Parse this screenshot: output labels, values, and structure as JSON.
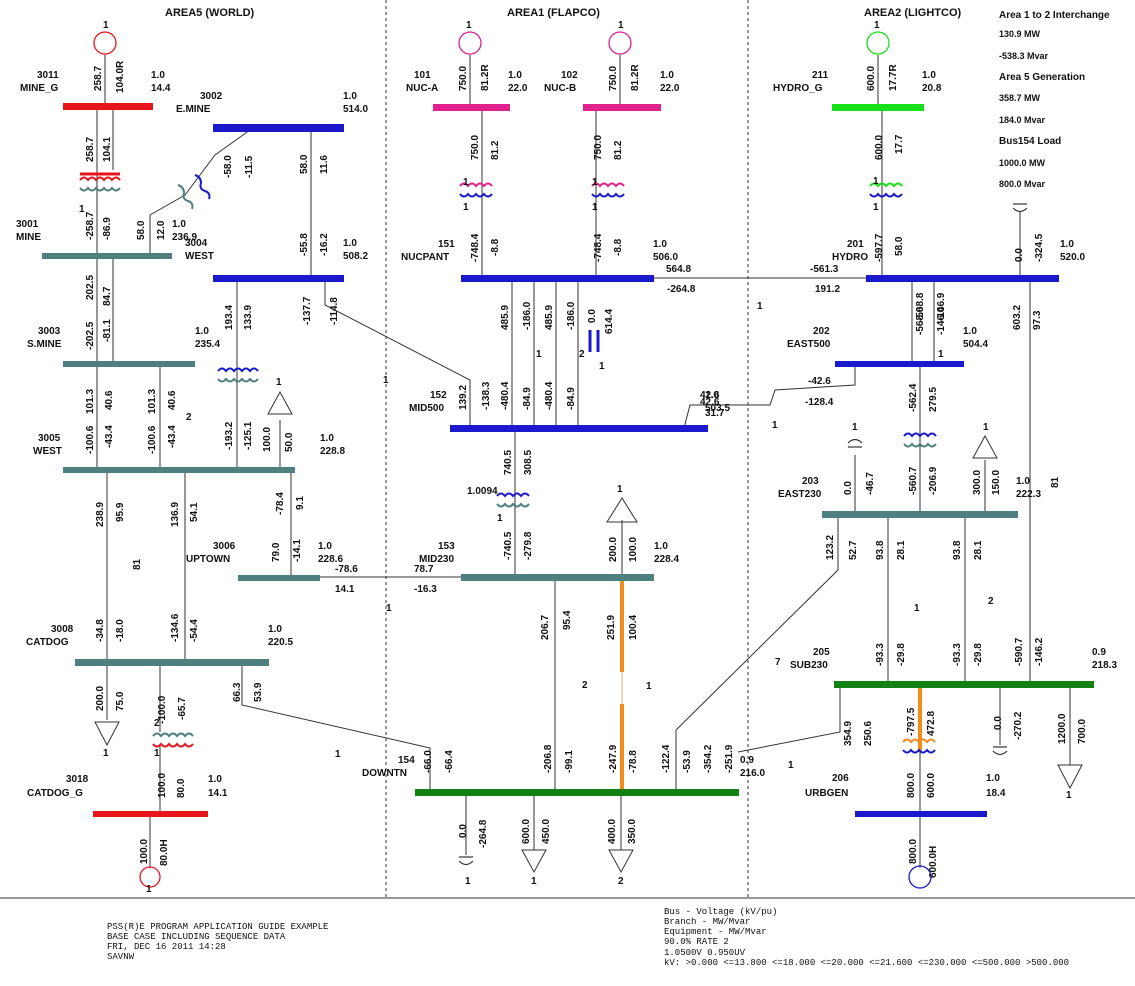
{
  "colors": {
    "kv500": "#1a1acc",
    "kv230": "#4e8080",
    "kv21": "#e8141c",
    "kv22": "#e2208e",
    "kv20": "#18e018",
    "kv18": "#1a1acc",
    "kv_dn": "#138013",
    "overload": "#f08c1c"
  },
  "areas": [
    {
      "key": "area5",
      "label": "AREA5 (WORLD)"
    },
    {
      "key": "area1",
      "label": "AREA1 (FLAPCO)"
    },
    {
      "key": "area2",
      "label": "AREA2 (LIGHTCO)"
    }
  ],
  "summary": [
    "Area 1 to 2 Interchange",
    "130.9 MW",
    "-538.3 Mvar",
    "Area 5 Generation",
    "358.7 MW",
    "184.0 Mvar",
    "Bus154 Load",
    "1000.0 MW",
    "800.0 Mvar"
  ],
  "buses": {
    "b3011": {
      "number": "3011",
      "name": "MINE_G",
      "pu": "1.0",
      "kv": "14.4"
    },
    "b3002": {
      "number": "3002",
      "name": "E.MINE",
      "pu": "1.0",
      "kv": "514.0"
    },
    "b3001": {
      "number": "3001",
      "name": "MINE",
      "pu": "1.0",
      "kv": "236.9"
    },
    "b3004": {
      "number": "3004",
      "name": "WEST",
      "pu": "1.0",
      "kv": "508.2"
    },
    "b3003": {
      "number": "3003",
      "name": "S.MINE",
      "pu": "1.0",
      "kv": "235.4"
    },
    "b3005": {
      "number": "3005",
      "name": "WEST",
      "pu": "1.0",
      "kv": "228.8"
    },
    "b3006": {
      "number": "3006",
      "name": "UPTOWN",
      "pu": "1.0",
      "kv": "228.6"
    },
    "b3008": {
      "number": "3008",
      "name": "CATDOG",
      "pu": "1.0",
      "kv": "220.5"
    },
    "b3018": {
      "number": "3018",
      "name": "CATDOG_G",
      "pu": "1.0",
      "kv": "14.1"
    },
    "b101": {
      "number": "101",
      "name": "NUC-A",
      "pu": "1.0",
      "kv": "22.0"
    },
    "b102": {
      "number": "102",
      "name": "NUC-B",
      "pu": "1.0",
      "kv": "22.0"
    },
    "b151": {
      "number": "151",
      "name": "NUCPANT",
      "pu": "1.0",
      "kv": "506.0"
    },
    "b152": {
      "number": "152",
      "name": "MID500",
      "pu": "1.0",
      "kv": "503.5"
    },
    "b153": {
      "number": "153",
      "name": "MID230",
      "pu": "1.0",
      "kv": "228.4"
    },
    "b154": {
      "number": "154",
      "name": "DOWNTN",
      "pu": "0.9",
      "kv": "216.0"
    },
    "b211": {
      "number": "211",
      "name": "HYDRO_G",
      "pu": "1.0",
      "kv": "20.8"
    },
    "b201": {
      "number": "201",
      "name": "HYDRO",
      "pu": "1.0",
      "kv": "520.0"
    },
    "b202": {
      "number": "202",
      "name": "EAST500",
      "pu": "1.0",
      "kv": "504.4"
    },
    "b203": {
      "number": "203",
      "name": "EAST230",
      "pu": "1.0",
      "kv": "222.3"
    },
    "b205": {
      "number": "205",
      "name": "SUB230",
      "pu": "0.9",
      "kv": "218.3"
    },
    "b206": {
      "number": "206",
      "name": "URBGEN",
      "pu": "1.0",
      "kv": "18.4"
    }
  },
  "flows": {
    "g3011_mw": "258.7",
    "g3011_mvar": "104.0R",
    "g101_mw": "750.0",
    "g101_mvar": "81.2R",
    "g102_mw": "750.0",
    "g102_mvar": "81.2R",
    "g211_mw": "600.0",
    "g211_mvar": "17.7R",
    "g3018_mw": "100.0",
    "g3018_mvar": "80.0H",
    "g206_mw": "800.0",
    "g206_mvar": "600.0H",
    "t3011_hi_mw": "258.7",
    "t3011_hi_mvar": "104.1",
    "t3011_lo_mw": "-258.7",
    "t3011_lo_mvar": "-86.9",
    "t3002_a": "-58.0",
    "t3002_b": "-11.5",
    "t3001_a": "58.0",
    "t3001_b": "12.0",
    "l3002_top_mw": "58.0",
    "l3002_top_mvar": "11.6",
    "l3004_mw": "-55.8",
    "l3004_mvar": "-16.2",
    "t101_mw": "750.0",
    "t101_mvar": "81.2",
    "t101_lo_mw": "-748.4",
    "t101_lo_mvar": "-8.8",
    "t102_mw": "750.0",
    "t102_mvar": "81.2",
    "t102_lo_mw": "-748.4",
    "t102_lo_mvar": "-8.8",
    "t211_mw": "600.0",
    "t211_mvar": "17.7",
    "t211_lo_mw": "-597.7",
    "t211_lo_mvar": "58.0",
    "l201_svc_a": "0.0",
    "l201_svc_b": "-324.5",
    "tie151_201_mw": "564.8",
    "tie151_201_mvar": "-264.8",
    "tie201_151_mw": "-561.3",
    "tie201_151_mvar": "191.2",
    "c3001_3003_a": "-202.5",
    "c3001_3003_b": "202.5",
    "c3001_3003_c": "-81.1",
    "c3001_3003_d": "84.7",
    "c3004_t_mw": "193.4",
    "c3004_t_mvar": "133.9",
    "c3004_152_mw": "-137.7",
    "c3004_152_mvar": "-114.8",
    "c151_152_a": "485.9",
    "c151_152_b": "-186.0",
    "c151_152_c": "485.9",
    "c151_152_d": "-186.0",
    "shunt151_a": "0.0",
    "shunt151_b": "614.4",
    "c201_202_a": "-568.0",
    "c201_202_b": "-568.8",
    "c201_202_c": "-146.0",
    "c201_202_d": "-146.9",
    "c203_205_top_a": "603.2",
    "c203_205_top_b": "97.3",
    "c152_3004_a": "139.2",
    "c152_a": "-138.3",
    "c152_b": "-480.4",
    "c152_c": "-84.9",
    "c152_d": "-480.4",
    "c152_e": "-84.9",
    "c152_202_a": "42.6",
    "c152_202_b": "42.6",
    "c152_202_c": "-31.7",
    "c152_202_d": "31.7",
    "c202_152_a": "-42.6",
    "c202_152_b": "-128.4",
    "t202_mw": "-562.4",
    "t202_mvar": "279.5",
    "c3003_3005_a": "-100.6",
    "c3003_3005_b": "101.3",
    "c3003_3005_c": "-43.4",
    "c3003_3005_d": "40.6",
    "c3003_3005_e": "-100.6",
    "c3003_3005_f": "101.3",
    "c3003_3005_g": "-43.4",
    "c3003_3005_h": "40.6",
    "t3003_mw": "-193.2",
    "t3003_mvar": "-125.1",
    "load3005_mw": "100.0",
    "load3005_mvar": "50.0",
    "t152_153_mw": "740.5",
    "t152_153_mvar": "308.5",
    "t152_153_ratio": "1.0094",
    "t152_153_lo_mw": "-740.5",
    "t152_153_lo_mvar": "-279.8",
    "load153_mw": "200.0",
    "load153_mvar": "100.0",
    "shunt203_a": "0.0",
    "shunt203_b": "-46.7",
    "t202_203_mw": "-560.7",
    "t202_203_mvar": "-206.9",
    "load203_mw": "300.0",
    "load203_mvar": "150.0",
    "c3005_3008_a": "238.9",
    "c3005_3008_b": "95.9",
    "c3005_3008_c": "136.9",
    "c3005_3008_d": "54.1",
    "c3005_3006_mw": "-78.4",
    "c3005_3006_mvar": "9.1",
    "c3006_3005_mw": "79.0",
    "c3006_3005_mvar": "-14.1",
    "tie3006_153_mw": "-78.6",
    "tie3006_153_mvar": "14.1",
    "tie153_3006_mw": "78.7",
    "tie153_3006_mvar": "-16.3",
    "c153_154_a": "206.7",
    "c153_154_b": "95.4",
    "c153_154_c": "251.9",
    "c153_154_d": "100.4",
    "c203_154_a": "123.2",
    "c203_154_b": "52.7",
    "c203_205_a": "93.8",
    "c203_205_b": "28.1",
    "c203_205_c": "93.8",
    "c203_205_d": "28.1",
    "c3008_top_a": "-34.8",
    "c3008_top_b": "-18.0",
    "c3008_top_c": "-134.6",
    "c3008_top_d": "-54.4",
    "c205_a": "-93.3",
    "c205_b": "-29.8",
    "c205_c": "-93.3",
    "c205_d": "-29.8",
    "c205_e": "-590.7",
    "c205_f": "-146.2",
    "load3008_mw": "200.0",
    "load3008_mvar": "75.0",
    "t3008_mw": "-100.0",
    "t3008_mvar": "-65.7",
    "c3008_154_a": "66.3",
    "c3008_154_b": "53.9",
    "c154_a": "-66.0",
    "c154_b": "-66.4",
    "c154_c": "-206.8",
    "c154_d": "-99.1",
    "c154_e": "-247.9",
    "c154_f": "-78.8",
    "c154_g": "-122.4",
    "c154_h": "-53.9",
    "c154_i": "-354.2",
    "c154_j": "-251.9",
    "c205_154_mw": "354.9",
    "c205_154_mvar": "250.6",
    "t205_206_mw": "-797.5",
    "t205_206_mvar": "472.8",
    "shunt205_a": "0.0",
    "shunt205_b": "-270.2",
    "load205_mw": "1200.0",
    "load205_mvar": "700.0",
    "shunt154_a": "0.0",
    "shunt154_b": "-264.8",
    "load154a_mw": "600.0",
    "load154a_mvar": "450.0",
    "load154b_mw": "400.0",
    "load154b_mvar": "350.0",
    "t3018_hi_mw": "100.0",
    "t3018_hi_mvar": "80.0",
    "t206_lo_mw": "800.0",
    "t206_lo_mvar": "600.0"
  },
  "ids": [
    "1",
    "1",
    "1",
    "1",
    "1",
    "1",
    "1",
    "1",
    "1",
    "1",
    "1",
    "1",
    "1",
    "1",
    "1",
    "1",
    "1",
    "2",
    "2",
    "2",
    "2",
    "7",
    "1",
    "1",
    "1",
    "1",
    "1",
    "1",
    "1",
    "1",
    "1",
    "81",
    "81",
    "2",
    "1",
    "1",
    "1",
    "1",
    "1",
    "1",
    "1",
    "2"
  ],
  "footer": {
    "title_lines": [
      "PSS(R)E PROGRAM APPLICATION GUIDE EXAMPLE",
      "BASE CASE INCLUDING SEQUENCE DATA",
      "FRI, DEC 16 2011  14:28",
      "SAVNW"
    ],
    "legend_lines": [
      "Bus - Voltage (kV/pu)",
      "Branch - MW/Mvar",
      "Equipment - MW/Mvar",
      "90.0% RATE 2",
      "1.0500V  0.950UV"
    ],
    "kv_legend": "kV: >0.000   <=13.800   <=18.000   <=20.000   <=21.600   <=230.000   <=500.000   >500.000"
  }
}
